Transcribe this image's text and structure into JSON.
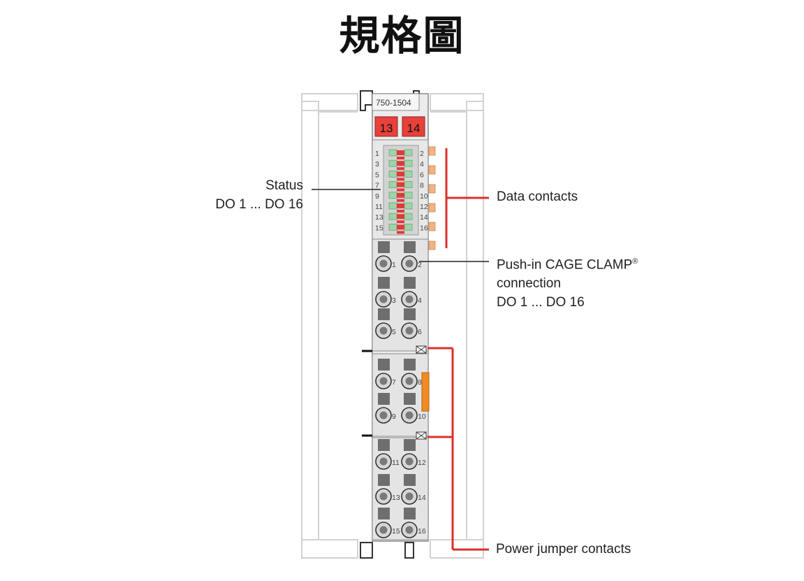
{
  "title": "規格圖",
  "module": {
    "part_number": "750-1504",
    "markers": [
      "13",
      "14"
    ],
    "led_labels_left": [
      "1",
      "3",
      "5",
      "7",
      "9",
      "11",
      "13",
      "15"
    ],
    "led_labels_right": [
      "2",
      "4",
      "6",
      "8",
      "10",
      "12",
      "14",
      "16"
    ],
    "terminal_labels_block1": [
      [
        "1",
        "2"
      ],
      [
        "3",
        "4"
      ],
      [
        "5",
        "6"
      ]
    ],
    "terminal_labels_block2": [
      [
        "7",
        "8"
      ],
      [
        "9",
        "10"
      ]
    ],
    "terminal_labels_block3": [
      [
        "11",
        "12"
      ],
      [
        "13",
        "14"
      ],
      [
        "15",
        "16"
      ]
    ]
  },
  "callouts": {
    "status": {
      "line1": "Status",
      "line2": "DO 1 ... DO 16"
    },
    "data_contacts": {
      "line1": "Data contacts"
    },
    "push_in": {
      "line1": "Push-in CAGE CLAMP",
      "sup": "®",
      "line2": "connection",
      "line3": "DO 1 ... DO 16"
    },
    "power_jumper": {
      "line1": "Power jumper contacts"
    }
  },
  "colors": {
    "module_body": "#e3e3e3",
    "module_outline": "#8a8a8a",
    "led_green": "#9fd3a8",
    "led_red": "#e03a3a",
    "marker_red": "#e8403a",
    "contact_orange": "#f4b183",
    "jumper_orange": "#f08a24",
    "callout_red": "#d9302b",
    "rail_gray": "#cfcfcf"
  }
}
